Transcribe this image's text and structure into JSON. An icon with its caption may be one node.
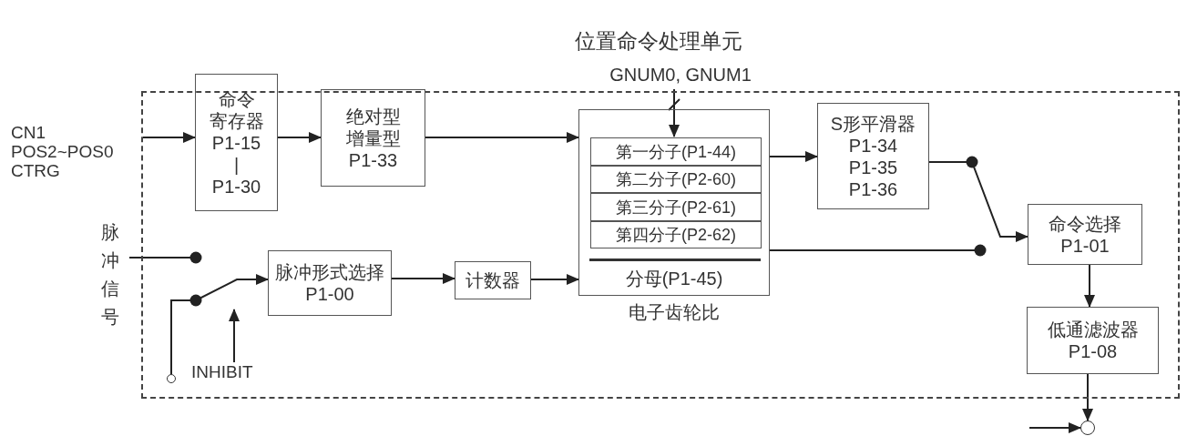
{
  "diagram": {
    "nodes": [
      {
        "text": [
          "位置命令处理单元"
        ]
      },
      {
        "text": [
          "CN1 POS2~POS0 CTRG"
        ]
      },
      {
        "text": [
          "命令",
          "寄存器",
          "P1-15",
          "|",
          "P1-30"
        ],
        "in": 0
      },
      {
        "text": [
          "绝对型",
          "增量型",
          "P1-33"
        ],
        "in": 0
      },
      {
        "text": [
          "分母(P1-45)"
        ],
        "beside": [
          "电子齿轮比"
        ],
        "in": 0
      },
      {
        "text": [
          "第一分子(P1-44)"
        ],
        "in": 4
      },
      {
        "text": [
          "第二分子(P2-60)"
        ],
        "in": 4
      },
      {
        "text": [
          "第三分子(P2-61)"
        ],
        "in": 4
      },
      {
        "text": [
          "第四分子(P2-62)"
        ],
        "in": 4
      },
      {
        "text": [
          "S形平滑器",
          "P1-34",
          "P1-35",
          "P1-36"
        ],
        "in": 0
      },
      {
        "text": [
          "命令选择",
          "P1-01"
        ],
        "in": 0
      },
      {
        "text": [
          "低通滤波器",
          "P1-08"
        ],
        "in": 0
      },
      {
        "text": [
          "GNUM0, GNUM1"
        ]
      },
      {
        "text": [
          "脉冲信号"
        ]
      },
      {
        "text": [
          "脉冲形式选择",
          "P1-00"
        ],
        "in": 0
      },
      {
        "text": [
          "计数器"
        ],
        "in": 0
      },
      {
        "text": [
          "INHIBIT"
        ],
        "in": 0
      },
      {
        "text": [],
        "shape": "circle",
        "in": 0
      },
      {
        "text": [],
        "shape": "circle"
      }
    ],
    "edges": [
      {
        "from": 1,
        "to": 2,
        "arrow": "to"
      },
      {
        "from": 2,
        "to": 3,
        "arrow": "to"
      },
      {
        "from": 3,
        "to": 4,
        "arrow": "to"
      },
      {
        "from": 12,
        "to": 5,
        "arrow": "to"
      },
      {
        "from": 4,
        "to": 9,
        "arrow": "to"
      },
      {
        "from": 9,
        "to": 10,
        "arrow": "to"
      },
      {
        "from": 4,
        "to": null,
        "arrow": "other"
      },
      {
        "from": 13,
        "to": null,
        "arrow": "other"
      },
      {
        "from": 17,
        "to": 14,
        "arrow": "to"
      },
      {
        "from": 16,
        "to": null,
        "arrow": "to"
      },
      {
        "from": 14,
        "to": 15,
        "arrow": "to"
      },
      {
        "from": 15,
        "to": 4,
        "arrow": "to"
      },
      {
        "from": 10,
        "to": 11,
        "arrow": "to"
      },
      {
        "from": 11,
        "to": 18,
        "arrow": "to"
      },
      {
        "from": null,
        "to": 18,
        "arrow": "to"
      }
    ]
  }
}
